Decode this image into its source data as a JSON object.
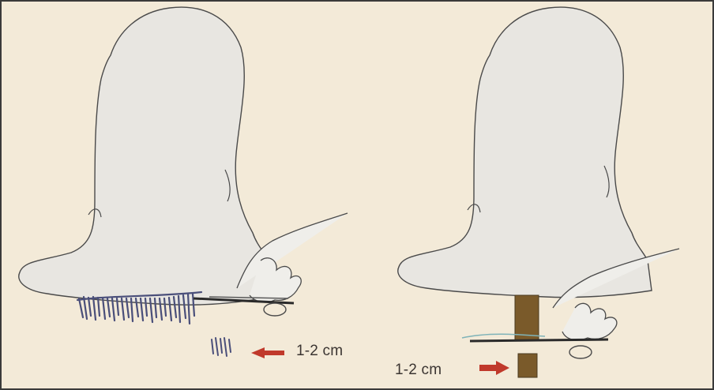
{
  "figure": {
    "panels": [
      {
        "id": "left",
        "measurement_label": "1-2 cm"
      },
      {
        "id": "right",
        "measurement_label": "1-2 cm"
      }
    ],
    "colors": {
      "background": "#f3ead8",
      "foot_fill": "#e8e6e1",
      "outline": "#4a4a4a",
      "arrow": "#c0392b",
      "dressing": "#7a5a2a",
      "fringe": "#4a4f7a"
    }
  }
}
